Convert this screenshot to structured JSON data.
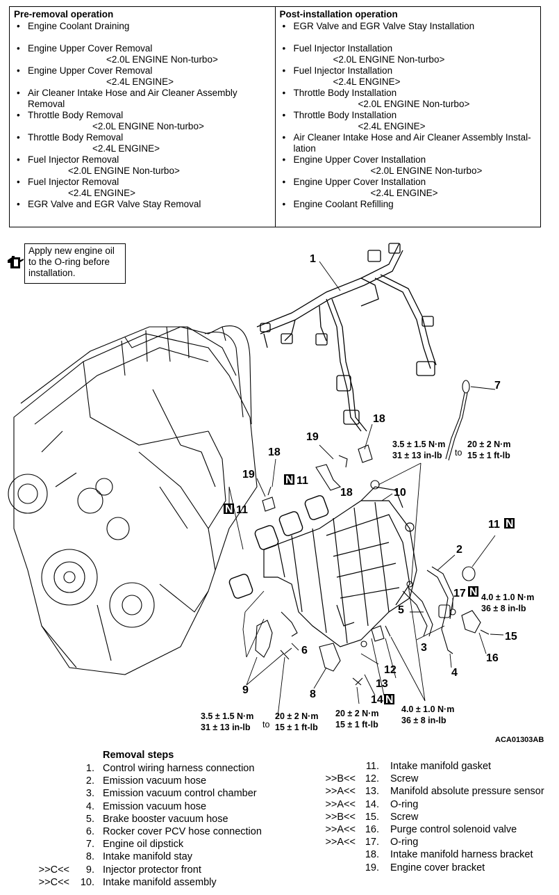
{
  "pre_removal": {
    "title": "Pre-removal operation",
    "items": [
      {
        "label": "Engine Coolant Draining",
        "sub": ""
      },
      {
        "label": "Engine Upper Cover Removal",
        "sub": "<2.0L ENGINE Non-turbo>"
      },
      {
        "label": "Engine Upper Cover Removal",
        "sub": "<2.4L ENGINE>"
      },
      {
        "label": "Air Cleaner Intake Hose and Air Cleaner Assembly Removal",
        "sub": ""
      },
      {
        "label": "Throttle Body Removal",
        "sub": "<2.0L ENGINE Non-turbo>"
      },
      {
        "label": "Throttle Body Removal",
        "sub": "<2.4L ENGINE>"
      },
      {
        "label": "Fuel Injector Removal",
        "sub": "<2.0L ENGINE Non-turbo>"
      },
      {
        "label": "Fuel Injector Removal",
        "sub": "<2.4L ENGINE>"
      },
      {
        "label": "EGR Valve and EGR Valve Stay Removal",
        "sub": ""
      }
    ]
  },
  "post_installation": {
    "title": "Post-installation operation",
    "items": [
      {
        "label": "EGR Valve and EGR Valve Stay Installation",
        "sub": ""
      },
      {
        "label": "Fuel Injector Installation",
        "sub": "<2.0L ENGINE Non-turbo>"
      },
      {
        "label": "Fuel Injector Installation",
        "sub": "<2.4L ENGINE>"
      },
      {
        "label": "Throttle Body Installation",
        "sub": "<2.0L ENGINE Non-turbo>"
      },
      {
        "label": "Throttle Body Installation",
        "sub": "<2.4L ENGINE>"
      },
      {
        "label": "Air Cleaner Intake Hose and Air Cleaner Assembly Instal-lation",
        "sub": ""
      },
      {
        "label": "Engine Upper Cover Installation",
        "sub": "<2.0L ENGINE Non-turbo>"
      },
      {
        "label": "Engine Upper Cover Installation",
        "sub": "<2.4L ENGINE>"
      },
      {
        "label": "Engine Coolant Refilling",
        "sub": ""
      }
    ]
  },
  "note": {
    "text": "Apply new engine oil to the O-ring before installation."
  },
  "diagram": {
    "callouts": [
      "1",
      "2",
      "3",
      "4",
      "5",
      "6",
      "7",
      "8",
      "9",
      "10",
      "11",
      "12",
      "13",
      "14",
      "15",
      "16",
      "17",
      "18",
      "19"
    ],
    "n_mark": "N",
    "torques": {
      "t1_a": "3.5 ± 1.5 N·m",
      "t1_b": "31 ± 13 in-lb",
      "t1_to": "to",
      "t1_c": "20 ± 2 N·m",
      "t1_d": "15 ± 1 ft-lb",
      "t2_a": "4.0 ± 1.0 N·m",
      "t2_b": "36 ± 8 in-lb",
      "t3_a": "3.5 ± 1.5 N·m",
      "t3_b": "31 ± 13 in-lb",
      "t3_to": "to",
      "t3_c": "20 ± 2 N·m",
      "t3_d": "15 ± 1 ft-lb",
      "t4_a": "20 ± 2 N·m",
      "t4_b": "15 ± 1 ft-lb",
      "t5_a": "4.0 ± 1.0 N·m",
      "t5_b": "36 ± 8 in-lb"
    },
    "figure_code": "ACA01303AB"
  },
  "removal_steps": {
    "title": "Removal steps",
    "left": [
      {
        "mark": "",
        "num": "1.",
        "label": "Control wiring harness connection"
      },
      {
        "mark": "",
        "num": "2.",
        "label": "Emission vacuum hose"
      },
      {
        "mark": "",
        "num": "3.",
        "label": "Emission vacuum control chamber"
      },
      {
        "mark": "",
        "num": "4.",
        "label": "Emission vacuum hose"
      },
      {
        "mark": "",
        "num": "5.",
        "label": "Brake booster vacuum hose"
      },
      {
        "mark": "",
        "num": "6.",
        "label": "Rocker cover PCV hose connection"
      },
      {
        "mark": "",
        "num": "7.",
        "label": "Engine oil dipstick"
      },
      {
        "mark": "",
        "num": "8.",
        "label": "Intake manifold stay"
      },
      {
        "mark": ">>C<<",
        "num": "9.",
        "label": "Injector protector front"
      },
      {
        "mark": ">>C<<",
        "num": "10.",
        "label": "Intake manifold assembly"
      }
    ],
    "right": [
      {
        "mark": "",
        "num": "11.",
        "label": "Intake manifold gasket"
      },
      {
        "mark": ">>B<<",
        "num": "12.",
        "label": "Screw"
      },
      {
        "mark": ">>A<<",
        "num": "13.",
        "label": "Manifold absolute pressure sensor"
      },
      {
        "mark": ">>A<<",
        "num": "14.",
        "label": "O-ring"
      },
      {
        "mark": ">>B<<",
        "num": "15.",
        "label": "Screw"
      },
      {
        "mark": ">>A<<",
        "num": "16.",
        "label": "Purge control solenoid valve"
      },
      {
        "mark": ">>A<<",
        "num": "17.",
        "label": "O-ring"
      },
      {
        "mark": "",
        "num": "18.",
        "label": "Intake manifold harness bracket"
      },
      {
        "mark": "",
        "num": "19.",
        "label": "Engine cover bracket"
      }
    ]
  }
}
